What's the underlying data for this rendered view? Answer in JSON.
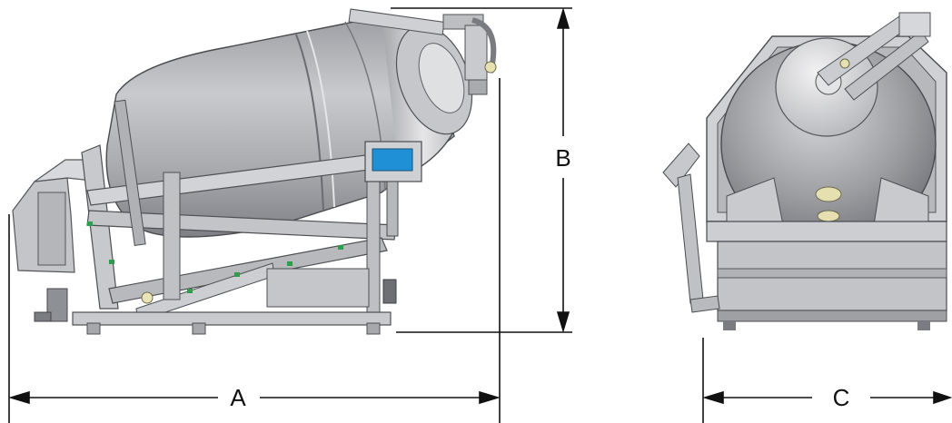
{
  "dimensions": {
    "a": {
      "label": "A"
    },
    "b": {
      "label": "B"
    },
    "c": {
      "label": "C"
    }
  },
  "views": {
    "side": {
      "name": "side-view"
    },
    "front": {
      "name": "front-view"
    }
  },
  "colors": {
    "metal_light": "#d9d9dc",
    "metal_mid": "#b8b9bd",
    "metal_dark": "#8c8d92",
    "outline": "#4a4b50",
    "screen": "#1f8fd6",
    "accent_green": "#2e9e4d",
    "line": "#111111"
  }
}
